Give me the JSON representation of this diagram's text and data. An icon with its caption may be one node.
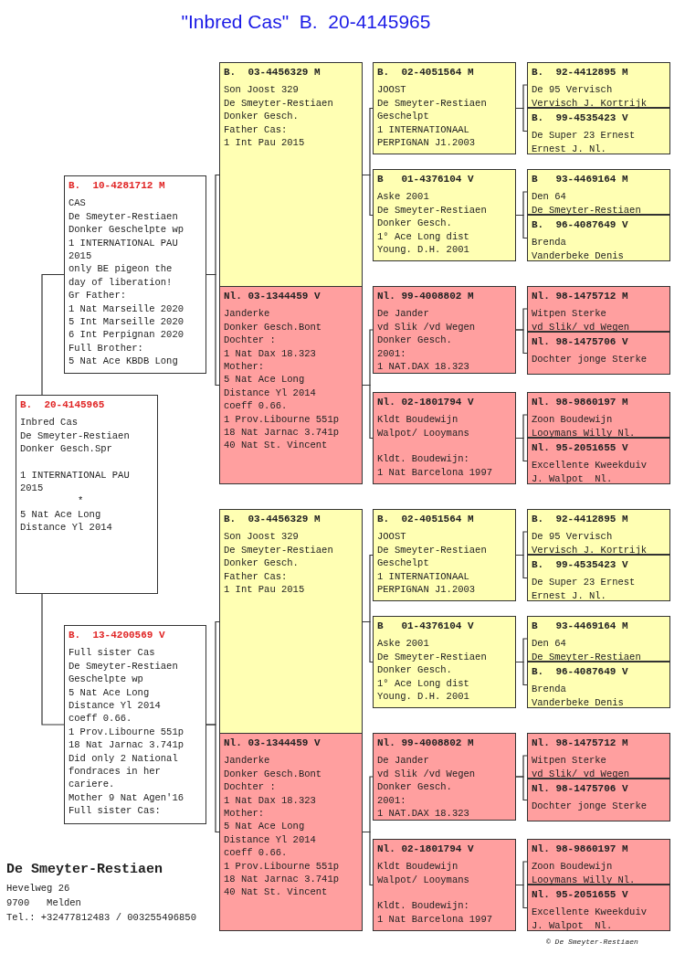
{
  "diagram": {
    "title": "\"Inbred Cas\"  B.  20-4145965",
    "nodes": [
      {
        "text": [
          "B.  20-4145965",
          "Inbred Cas",
          "De Smeyter-Restiaen",
          "Donker Gesch.Spr",
          "1 INTERNATIONAL PAU 2015",
          "*",
          "5 Nat Ace Long Distance Yl 2014"
        ]
      },
      {
        "text": [
          "B.  10-4281712 M",
          "CAS",
          "De Smeyter-Restiaen",
          "Donker Geschelpte wp",
          "1 INTERNATIONAL PAU 2015",
          "only BE pigeon the day of liberation!",
          "Gr Father:",
          "1 Nat Marseille 2020",
          "5 Int Marseille 2020",
          "6 Int Perpignan 2020",
          "Full Brother:",
          "5 Nat Ace KBDB Long"
        ]
      },
      {
        "text": [
          "B.  13-4200569 V",
          "Full sister Cas",
          "De Smeyter-Restiaen",
          "Geschelpte wp",
          "5 Nat Ace Long Distance Yl 2014",
          "coeff 0.66.",
          "1 Prov.Libourne 551p",
          "18 Nat Jarnac 3.741p",
          "Did only 2 National fondraces in her cariere.",
          "Mother 9 Nat Agen'16",
          "Full sister Cas:"
        ]
      },
      {
        "text": [
          "B.  03-4456329 M",
          "Son Joost 329",
          "De Smeyter-Restiaen",
          "Donker Gesch.",
          "Father Cas:",
          "1 Int Pau 2015"
        ]
      },
      {
        "text": [
          "B.  02-4051564 M",
          "JOOST",
          "De Smeyter-Restiaen",
          "Geschelpt",
          "1 INTERNATIONAAL PERPIGNAN J1.2003"
        ]
      },
      {
        "text": [
          "B.  92-4412895 M",
          "De 95 Vervisch",
          "Vervisch J. Kortrijk"
        ]
      },
      {
        "text": [
          "B.  99-4535423 V",
          "De Super 23 Ernest",
          "Ernest J. Nl."
        ]
      },
      {
        "text": [
          "B   01-4376104 V",
          "Aske 2001",
          "De Smeyter-Restiaen",
          "Donker Gesch.",
          "1° Ace Long dist Young. D.H. 2001"
        ]
      },
      {
        "text": [
          "B   93-4469164 M",
          "Den 64",
          "De Smeyter-Restiaen"
        ]
      },
      {
        "text": [
          "B.  96-4087649 V",
          "Brenda",
          "Vanderbeke Denis"
        ]
      },
      {
        "text": [
          "Nl. 03-1344459 V",
          "Janderke",
          "Donker Gesch.Bont",
          "Dochter :",
          "1 Nat Dax 18.323",
          "Mother:",
          "5 Nat Ace Long Distance Yl 2014",
          "coeff 0.66.",
          "1 Prov.Libourne 551p",
          "18 Nat Jarnac 3.741p",
          "40 Nat St. Vincent"
        ]
      },
      {
        "text": [
          "Nl. 99-4008802 M",
          "De Jander",
          "vd Slik /vd Wegen",
          "Donker Gesch.",
          "2001:",
          "1 NAT.DAX 18.323"
        ]
      },
      {
        "text": [
          "Nl. 98-1475712 M",
          "Witpen Sterke",
          "vd Slik/ vd Wegen"
        ]
      },
      {
        "text": [
          "Nl. 98-1475706 V",
          "Dochter jonge Sterke"
        ]
      },
      {
        "text": [
          "Nl. 02-1801794 V",
          "Kldt Boudewijn",
          "Walpot/ Looymans",
          "Kldt. Boudewijn:",
          "1 Nat Barcelona 1997"
        ]
      },
      {
        "text": [
          "Nl. 98-9860197 M",
          "Zoon Boudewijn",
          "Looymans Willy Nl."
        ]
      },
      {
        "text": [
          "Nl. 95-2051655 V",
          "Excellente Kweekduiv",
          "J. Walpot  Nl."
        ]
      },
      {
        "text": [
          "B.  03-4456329 M",
          "Son Joost 329",
          "De Smeyter-Restiaen",
          "Donker Gesch.",
          "Father Cas:",
          "1 Int Pau 2015"
        ]
      },
      {
        "text": [
          "B.  02-4051564 M",
          "JOOST",
          "De Smeyter-Restiaen",
          "Geschelpt",
          "1 INTERNATIONAAL PERPIGNAN J1.2003"
        ]
      },
      {
        "text": [
          "B.  92-4412895 M",
          "De 95 Vervisch",
          "Vervisch J. Kortrijk"
        ]
      },
      {
        "text": [
          "B.  99-4535423 V",
          "De Super 23 Ernest",
          "Ernest J. Nl."
        ]
      },
      {
        "text": [
          "B   01-4376104 V",
          "Aske 2001",
          "De Smeyter-Restiaen",
          "Donker Gesch.",
          "1° Ace Long dist Young. D.H. 2001"
        ]
      },
      {
        "text": [
          "B   93-4469164 M",
          "Den 64",
          "De Smeyter-Restiaen"
        ]
      },
      {
        "text": [
          "B.  96-4087649 V",
          "Brenda",
          "Vanderbeke Denis"
        ]
      },
      {
        "text": [
          "Nl. 03-1344459 V",
          "Janderke",
          "Donker Gesch.Bont",
          "Dochter :",
          "1 Nat Dax 18.323",
          "Mother:",
          "5 Nat Ace Long Distance Yl 2014",
          "coeff 0.66.",
          "1 Prov.Libourne 551p",
          "18 Nat Jarnac 3.741p",
          "40 Nat St. Vincent"
        ]
      },
      {
        "text": [
          "Nl. 99-4008802 M",
          "De Jander",
          "vd Slik /vd Wegen",
          "Donker Gesch.",
          "2001:",
          "1 NAT.DAX 18.323"
        ]
      },
      {
        "text": [
          "Nl. 98-1475712 M",
          "Witpen Sterke",
          "vd Slik/ vd Wegen"
        ]
      },
      {
        "text": [
          "Nl. 98-1475706 V",
          "Dochter jonge Sterke"
        ]
      },
      {
        "text": [
          "Nl. 02-1801794 V",
          "Kldt Boudewijn",
          "Walpot/ Looymans",
          "Kldt. Boudewijn:",
          "1 Nat Barcelona 1997"
        ]
      },
      {
        "text": [
          "Nl. 98-9860197 M",
          "Zoon Boudewijn",
          "Looymans Willy Nl."
        ]
      },
      {
        "text": [
          "Nl. 95-2051655 V",
          "Excellente Kweekduiv",
          "J. Walpot  Nl."
        ]
      }
    ],
    "edges": [
      {
        "from": 0,
        "to": 1,
        "arrow": "none"
      },
      {
        "from": 0,
        "to": 2,
        "arrow": "none"
      },
      {
        "from": 1,
        "to": 3,
        "arrow": "none"
      },
      {
        "from": 1,
        "to": 10,
        "arrow": "none"
      },
      {
        "from": 3,
        "to": 4,
        "arrow": "none"
      },
      {
        "from": 3,
        "to": 7,
        "arrow": "none"
      },
      {
        "from": 4,
        "to": 5,
        "arrow": "none"
      },
      {
        "from": 4,
        "to": 6,
        "arrow": "none"
      },
      {
        "from": 7,
        "to": 8,
        "arrow": "none"
      },
      {
        "from": 7,
        "to": 9,
        "arrow": "none"
      },
      {
        "from": 10,
        "to": 11,
        "arrow": "none"
      },
      {
        "from": 10,
        "to": 14,
        "arrow": "none"
      },
      {
        "from": 11,
        "to": 12,
        "arrow": "none"
      },
      {
        "from": 11,
        "to": 13,
        "arrow": "none"
      },
      {
        "from": 14,
        "to": 15,
        "arrow": "none"
      },
      {
        "from": 14,
        "to": 16,
        "arrow": "none"
      },
      {
        "from": 2,
        "to": 17,
        "arrow": "none"
      },
      {
        "from": 2,
        "to": 24,
        "arrow": "none"
      },
      {
        "from": 17,
        "to": 18,
        "arrow": "none"
      },
      {
        "from": 17,
        "to": 21,
        "arrow": "none"
      },
      {
        "from": 18,
        "to": 19,
        "arrow": "none"
      },
      {
        "from": 18,
        "to": 20,
        "arrow": "none"
      },
      {
        "from": 21,
        "to": 22,
        "arrow": "none"
      },
      {
        "from": 21,
        "to": 23,
        "arrow": "none"
      },
      {
        "from": 24,
        "to": 25,
        "arrow": "none"
      },
      {
        "from": 24,
        "to": 28,
        "arrow": "none"
      },
      {
        "from": 25,
        "to": 26,
        "arrow": "none"
      },
      {
        "from": 25,
        "to": 27,
        "arrow": "none"
      },
      {
        "from": 28,
        "to": 29,
        "arrow": "none"
      },
      {
        "from": 28,
        "to": 30,
        "arrow": "none"
      }
    ],
    "labels": [
      "De Smeyter-Restiaen",
      "Hevelweg 26",
      "9700   Melden",
      "Tel.: +32477812483 / 003255496850",
      "© De Smeyter-Restiaen"
    ]
  }
}
